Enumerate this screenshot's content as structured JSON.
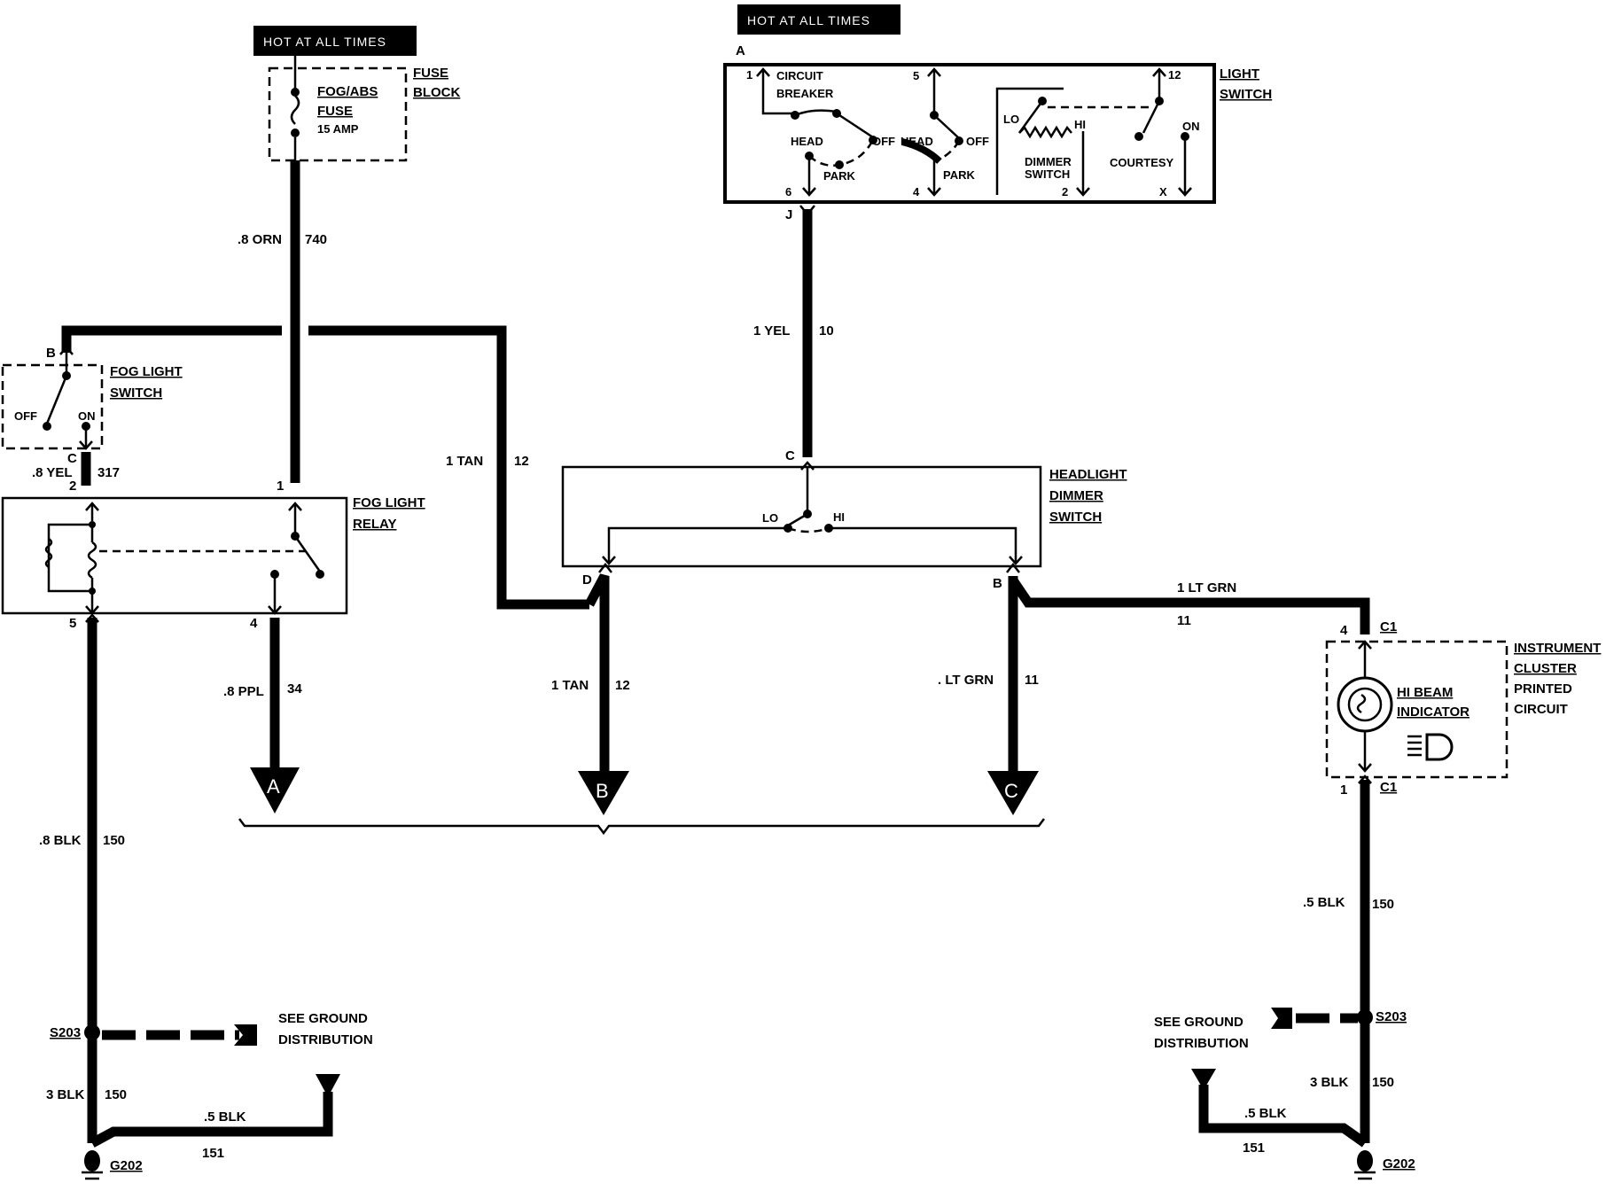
{
  "hot_labels": [
    "HOT AT ALL TIMES",
    "HOT AT ALL TIMES"
  ],
  "fuse_block": {
    "label1": "FUSE",
    "label2": "BLOCK",
    "fuse1": "FOG/ABS",
    "fuse2": "FUSE",
    "amp": "15 AMP"
  },
  "light_switch": {
    "conn": "A",
    "label1": "LIGHT",
    "label2": "SWITCH",
    "circuit": "CIRCUIT",
    "breaker": "BREAKER",
    "head1": "HEAD",
    "off1": "OFF",
    "park1": "PARK",
    "head2": "HEAD",
    "off2": "OFF",
    "park2": "PARK",
    "lo": "LO",
    "hi": "HI",
    "dimmer": "DIMMER",
    "switch": "SWITCH",
    "courtesy": "COURTESY",
    "on": "ON",
    "pin1": "1",
    "pin5": "5",
    "pin12": "12",
    "pin6": "6",
    "pin4": "4",
    "pin2": "2",
    "pinx": "X"
  },
  "fog_switch": {
    "label1": "FOG LIGHT",
    "label2": "SWITCH",
    "off": "OFF",
    "on": "ON",
    "pinb": "B",
    "pinc": "C"
  },
  "fog_relay": {
    "label1": "FOG LIGHT",
    "label2": "RELAY",
    "pin1": "1",
    "pin2": "2",
    "pin4": "4",
    "pin5": "5"
  },
  "dimmer_switch": {
    "label1": "HEADLIGHT",
    "label2": "DIMMER",
    "label3": "SWITCH",
    "lo": "LO",
    "hi": "HI",
    "pinc": "C",
    "pind": "D",
    "pinb": "B",
    "pinj": "J"
  },
  "cluster": {
    "label1": "INSTRUMENT",
    "label2": "CLUSTER",
    "label3": "PRINTED",
    "label4": "CIRCUIT",
    "ind1": "HI BEAM",
    "ind2": "INDICATOR",
    "pin4": "4",
    "pin1": "1",
    "c1a": "C1",
    "c1b": "C1"
  },
  "wires": {
    "w740": {
      "color": ".8 ORN",
      "num": "740"
    },
    "w10": {
      "color": "1 YEL",
      "num": "10"
    },
    "w12a": {
      "color": "1 TAN",
      "num": "12"
    },
    "w317": {
      "color": ".8 YEL",
      "num": "317"
    },
    "w34": {
      "color": ".8 PPL",
      "num": "34"
    },
    "w12b": {
      "color": "1 TAN",
      "num": "12"
    },
    "w11a": {
      "color": ". LT GRN",
      "num": "11"
    },
    "w11b": {
      "color": "1 LT GRN",
      "num": "11"
    },
    "w150a": {
      "color": ".8 BLK",
      "num": "150"
    },
    "w150b": {
      "color": "3 BLK",
      "num": "150"
    },
    "w151a": {
      "color": ".5 BLK",
      "num": "151"
    },
    "w150c": {
      "color": ".5 BLK",
      "num": "150"
    },
    "w150d": {
      "color": "3 BLK",
      "num": "150"
    },
    "w151b": {
      "color": ".5 BLK",
      "num": "151"
    }
  },
  "arrows": {
    "a": "A",
    "b": "B",
    "c": "C"
  },
  "grounds": {
    "s203a": "S203",
    "s203b": "S203",
    "g202a": "G202",
    "g202b": "G202",
    "see1": "SEE GROUND",
    "dist1": "DISTRIBUTION",
    "see2": "SEE GROUND",
    "dist2": "DISTRIBUTION"
  }
}
